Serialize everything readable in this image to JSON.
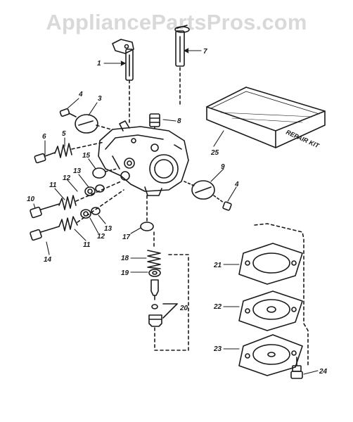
{
  "watermark": "AppliancePartsPros.com",
  "kit_label": "REPAIR KIT",
  "callouts": {
    "c1": "1",
    "c7": "7",
    "c4a": "4",
    "c3": "3",
    "c8": "8",
    "c6": "6",
    "c5": "5",
    "c15": "15",
    "c13a": "13",
    "c12a": "12",
    "c11a": "11",
    "c10": "10",
    "c9": "9",
    "c4b": "4",
    "c13b": "13",
    "c12b": "12",
    "c11b": "11",
    "c14": "14",
    "c17": "17",
    "c18": "18",
    "c19": "19",
    "c20": "20",
    "c21": "21",
    "c22": "22",
    "c23": "23",
    "c24": "24",
    "c25": "25"
  },
  "colors": {
    "ink": "#1a1a1a",
    "watermark": "#d9d9d9",
    "paper": "#ffffff"
  }
}
